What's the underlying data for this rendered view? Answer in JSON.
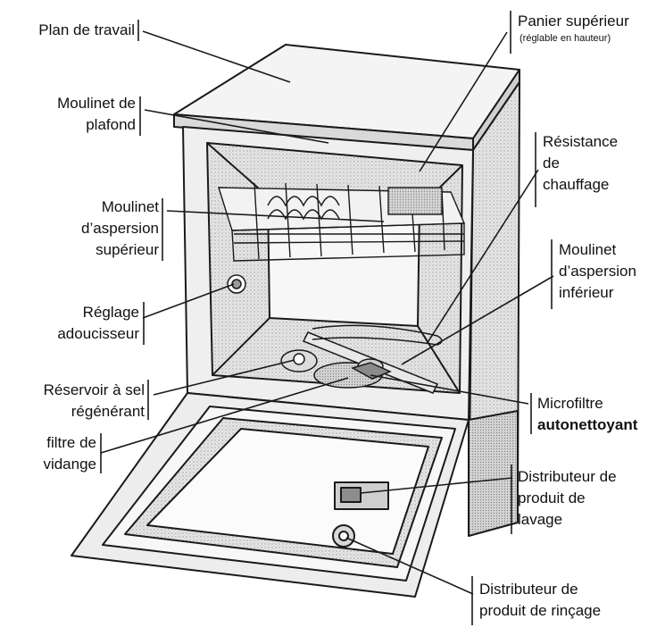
{
  "labels": {
    "plan_de_travail": "Plan de travail",
    "moulinet_plafond_1": "Moulinet de",
    "moulinet_plafond_2": "plafond",
    "moulinet_sup_1": "Moulinet",
    "moulinet_sup_2": "d’aspersion",
    "moulinet_sup_3": "supérieur",
    "reglage_1": "Réglage",
    "reglage_2": "adoucisseur",
    "reservoir_1": "Réservoir à sel",
    "reservoir_2": "régénérant",
    "filtre_1": "filtre de",
    "filtre_2": "vidange",
    "panier_1": "Panier supérieur",
    "panier_2": "(réglable en hauteur)",
    "resistance_1": "Résistance",
    "resistance_2": "de",
    "resistance_3": "chauffage",
    "moulinet_inf_1": "Moulinet",
    "moulinet_inf_2": "d’aspersion",
    "moulinet_inf_3": "inférieur",
    "microfiltre_1": "Microfiltre",
    "microfiltre_2": "autonettoyant",
    "distrib_lavage_1": "Distributeur de",
    "distrib_lavage_2": "produit de",
    "distrib_lavage_3": "lavage",
    "distrib_rincage_1": "Distributeur de",
    "distrib_rincage_2": "produit de rinçage"
  },
  "colors": {
    "ink": "#111111",
    "line": "#1a1a1a",
    "shade": "#bdbdbd",
    "light": "#e4e4e4"
  }
}
